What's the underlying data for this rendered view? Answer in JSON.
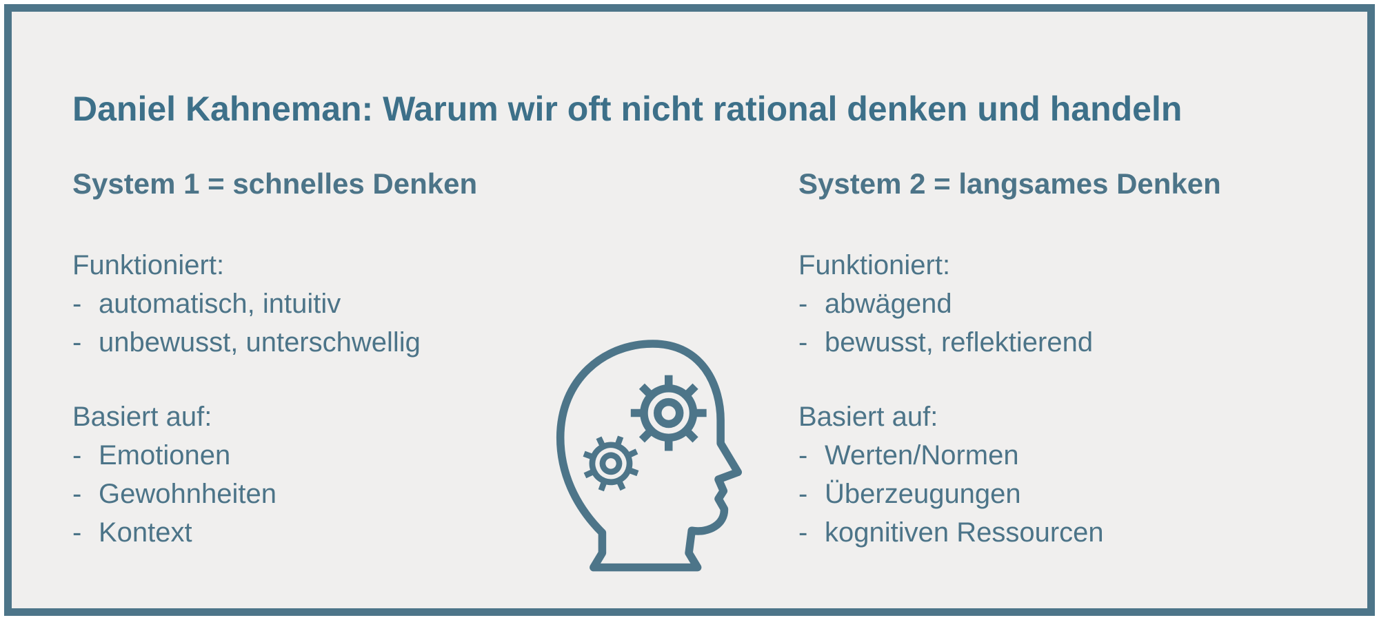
{
  "title": "Daniel Kahneman: Warum wir oft nicht rational denken und handeln",
  "bullet": "-",
  "colors": {
    "accent": "#4d7589",
    "bg": "#f0efee",
    "text": "#4c7488",
    "title": "#3d7089"
  },
  "icon": {
    "name": "head-with-gears-icon"
  },
  "columns": [
    {
      "heading": "System 1 = schnelles Denken",
      "sections": [
        {
          "label": "Funktioniert:",
          "items": [
            "automatisch, intuitiv",
            "unbewusst, unterschwellig"
          ]
        },
        {
          "label": "Basiert auf:",
          "items": [
            "Emotionen",
            "Gewohnheiten",
            "Kontext"
          ]
        }
      ]
    },
    {
      "heading": "System 2 = langsames Denken",
      "sections": [
        {
          "label": "Funktioniert:",
          "items": [
            "abwägend",
            "bewusst, reflektierend"
          ]
        },
        {
          "label": "Basiert auf:",
          "items": [
            "Werten/Normen",
            "Überzeugungen",
            "kognitiven Ressourcen"
          ]
        }
      ]
    }
  ]
}
